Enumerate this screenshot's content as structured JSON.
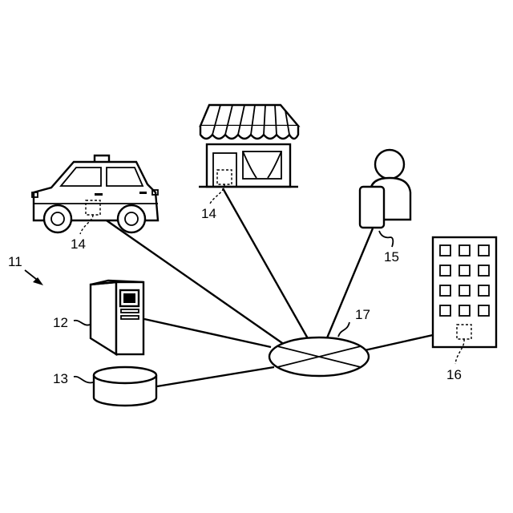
{
  "figure": {
    "labels": {
      "system": "11",
      "server": "12",
      "database": "13",
      "vehicle_device": "14",
      "store_device": "14",
      "user_terminal": "15",
      "building_device": "16",
      "network": "17"
    },
    "icons": {
      "vehicle": "taxi-icon",
      "store": "storefront-icon",
      "user": "person-icon",
      "terminal": "smartphone-icon",
      "building": "office-building-icon",
      "server": "server-icon",
      "database": "database-icon",
      "network": "network-hub-icon"
    }
  }
}
